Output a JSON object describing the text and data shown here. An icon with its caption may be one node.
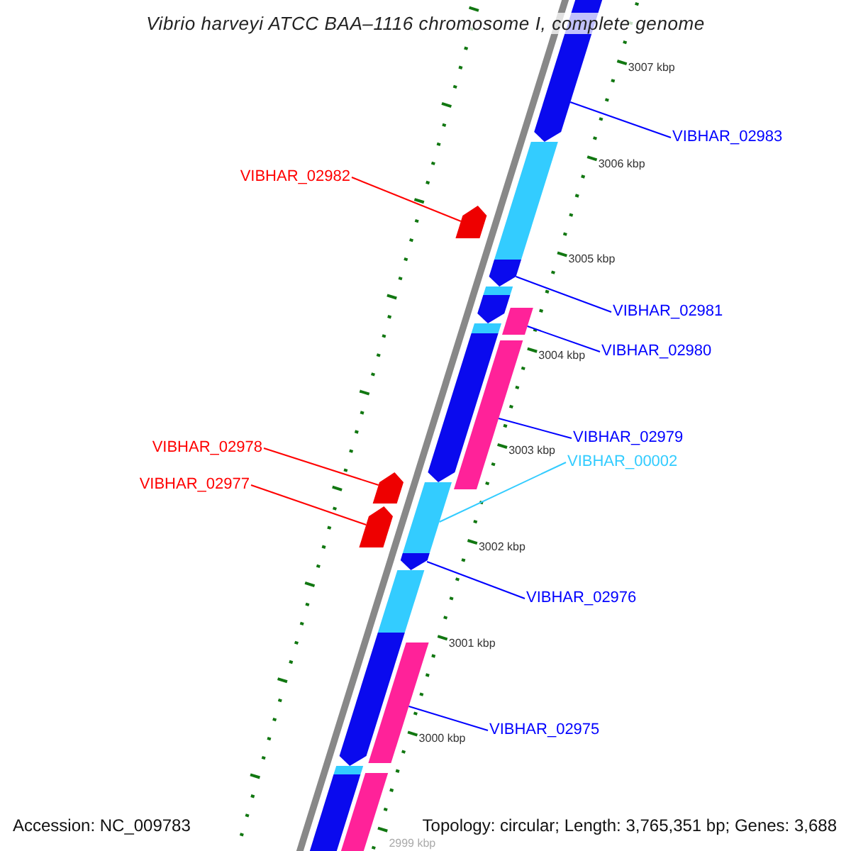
{
  "diagram": {
    "title": "Vibrio harveyi ATCC BAA–1116 chromosome I, complete genome",
    "nodes": [
      {
        "text": [
          "VIBHAR_02983"
        ]
      },
      {
        "text": [
          "VIBHAR_02982"
        ]
      },
      {
        "text": [
          "VIBHAR_02981"
        ]
      },
      {
        "text": [
          "VIBHAR_02980"
        ]
      },
      {
        "text": [
          "VIBHAR_02979"
        ]
      },
      {
        "text": [
          "VIBHAR_00002"
        ]
      },
      {
        "text": [
          "VIBHAR_02978"
        ]
      },
      {
        "text": [
          "VIBHAR_02977"
        ]
      },
      {
        "text": [
          "VIBHAR_02976"
        ]
      },
      {
        "text": [
          "VIBHAR_02975"
        ]
      },
      {
        "text": [],
        "shape": "arrow"
      },
      {
        "text": [],
        "shape": "bar"
      },
      {
        "text": [],
        "shape": "arrow"
      },
      {
        "text": [],
        "shape": "arrow"
      },
      {
        "text": [],
        "shape": "bar"
      },
      {
        "text": [],
        "shape": "arrow"
      },
      {
        "text": [],
        "shape": "bar"
      },
      {
        "text": [],
        "shape": "bar"
      },
      {
        "text": [],
        "shape": "arrow"
      },
      {
        "text": [],
        "shape": "bar"
      },
      {
        "text": [],
        "shape": "arrow"
      },
      {
        "text": [],
        "shape": "bar"
      },
      {
        "text": [],
        "shape": "arrow"
      },
      {
        "text": [],
        "shape": "arrow"
      },
      {
        "text": [],
        "shape": "bar"
      },
      {
        "text": [],
        "shape": "arrow"
      },
      {
        "text": [],
        "shape": "bar"
      },
      {
        "text": [],
        "shape": "bar"
      },
      {
        "text": [],
        "shape": "bar"
      },
      {
        "text": [],
        "shape": "bar"
      }
    ],
    "edges": [
      {
        "from": 0,
        "to": 10,
        "arrow": "none"
      },
      {
        "from": 1,
        "to": 12,
        "arrow": "none",
        "color": "#ff0000"
      },
      {
        "from": 2,
        "to": 13,
        "arrow": "none"
      },
      {
        "from": 3,
        "to": 16,
        "arrow": "none"
      },
      {
        "from": 4,
        "to": 19,
        "arrow": "none"
      },
      {
        "from": 5,
        "to": 21,
        "arrow": "none",
        "color": "#33ccff"
      },
      {
        "from": 6,
        "to": 20,
        "arrow": "none",
        "color": "#ff0000"
      },
      {
        "from": 7,
        "to": 22,
        "arrow": "none",
        "color": "#ff0000"
      },
      {
        "from": 8,
        "to": 23,
        "arrow": "none"
      },
      {
        "from": 9,
        "to": 26,
        "arrow": "none"
      }
    ],
    "labels": [
      "3007 kbp",
      "3006 kbp",
      "3005 kbp",
      "3004 kbp",
      "3003 kbp",
      "3002 kbp",
      "3001 kbp",
      "3000 kbp",
      "2999 kbp",
      "Accession: NC_009783",
      "Topology: circular; Length: 3,765,351 bp; Genes: 3,688"
    ]
  }
}
